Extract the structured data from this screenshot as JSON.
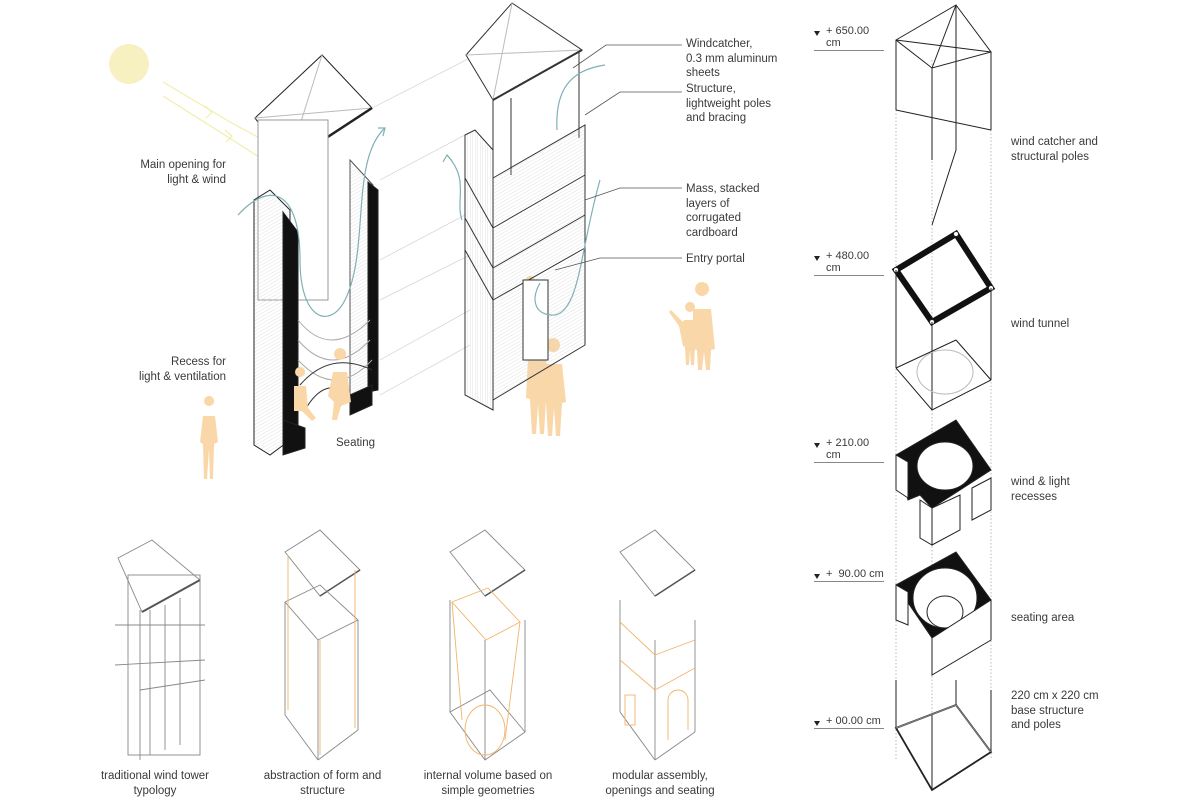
{
  "colors": {
    "sun": "#f7f0c0",
    "sun_rays": "#f3eeaa",
    "people": "#f9d7a8",
    "wind_arrow": "#7fb0b6",
    "highlight_orange": "#f2b36b",
    "line_dark": "#222222",
    "line_light": "#bdbdbd"
  },
  "main_annotations": {
    "left_tower": {
      "main_opening": "Main opening for\nlight & wind",
      "recess": "Recess for\nlight & ventilation",
      "seating": "Seating"
    },
    "right_tower": {
      "windcatcher": "Windcatcher,\n0.3 mm aluminum\nsheets",
      "structure": "Structure,\nlightweight poles\nand bracing",
      "mass": "Mass, stacked\nlayers of\ncorrugated\ncardboard",
      "entry": "Entry portal"
    }
  },
  "exploded_axonometric": {
    "levels": [
      {
        "elevation": "+ 650.00 cm",
        "description": "wind catcher and\nstructural poles"
      },
      {
        "elevation": "+ 480.00 cm",
        "description": "wind tunnel"
      },
      {
        "elevation": "+ 210.00 cm",
        "description": "wind  & light\nrecesses"
      },
      {
        "elevation": "+  90.00 cm",
        "description": "seating area"
      },
      {
        "elevation": "+ 00.00 cm",
        "description": "220 cm x 220 cm\nbase structure\nand poles"
      }
    ]
  },
  "evolution_steps": [
    {
      "caption": "traditional wind tower\ntypology"
    },
    {
      "caption": "abstraction of form and\nstructure"
    },
    {
      "caption": "internal volume based on\nsimple geometries"
    },
    {
      "caption": "modular assembly,\nopenings and seating"
    }
  ]
}
